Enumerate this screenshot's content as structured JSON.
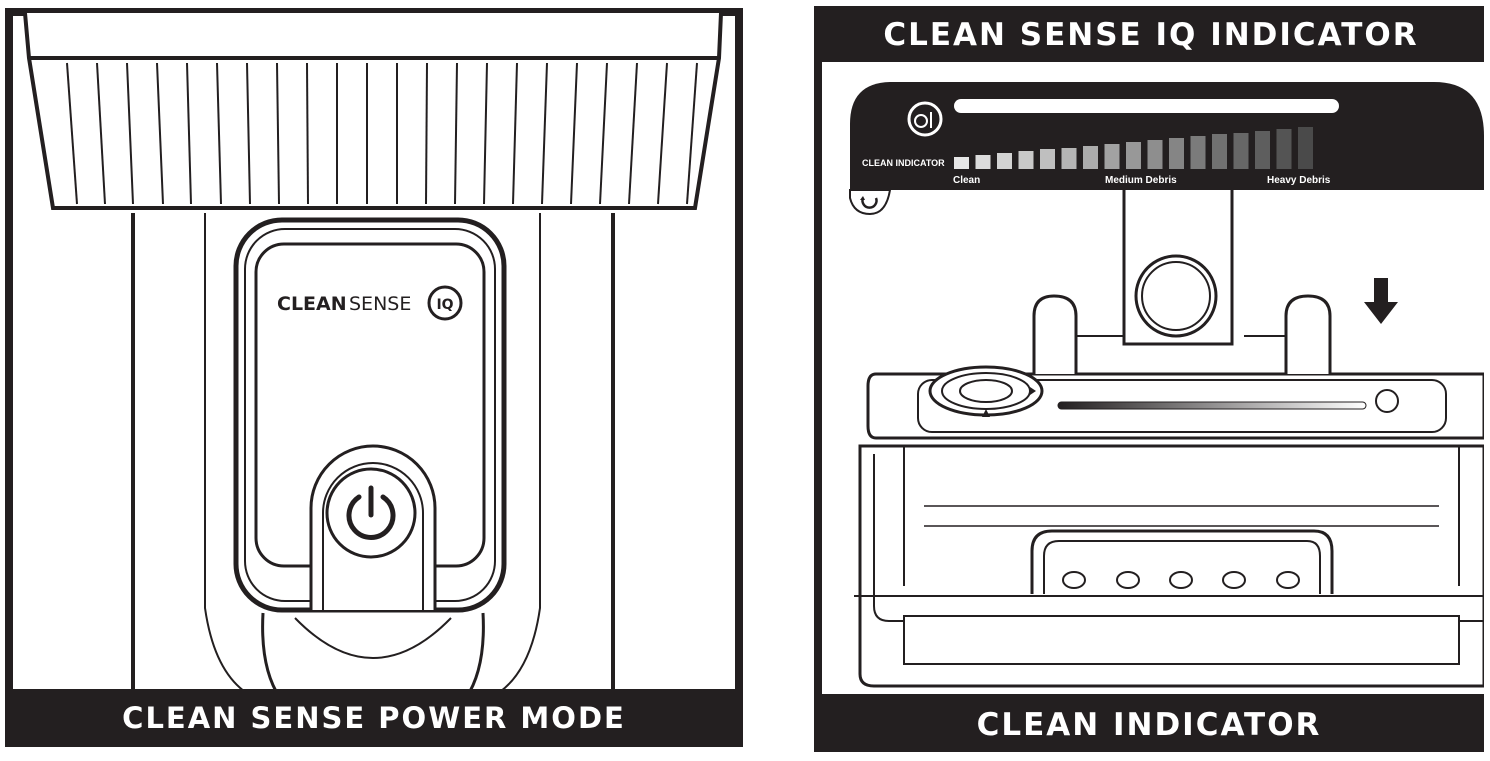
{
  "left_panel": {
    "brand_bold": "CLEAN",
    "brand_light": "SENSE",
    "brand_badge": "IQ",
    "caption": "CLEAN SENSE POWER MODE"
  },
  "right_panel": {
    "header": "CLEAN SENSE IQ INDICATOR",
    "indicator_label": "CLEAN INDICATOR",
    "scale_labels": [
      "Clean",
      "Medium Debris",
      "Heavy Debris"
    ],
    "indicator_segments": 17,
    "caption": "CLEAN INDICATOR"
  },
  "colors": {
    "ink": "#231f20",
    "paper": "#ffffff",
    "segment_light": "#e6e6e6",
    "segment_dark": "#4a4a4a"
  }
}
